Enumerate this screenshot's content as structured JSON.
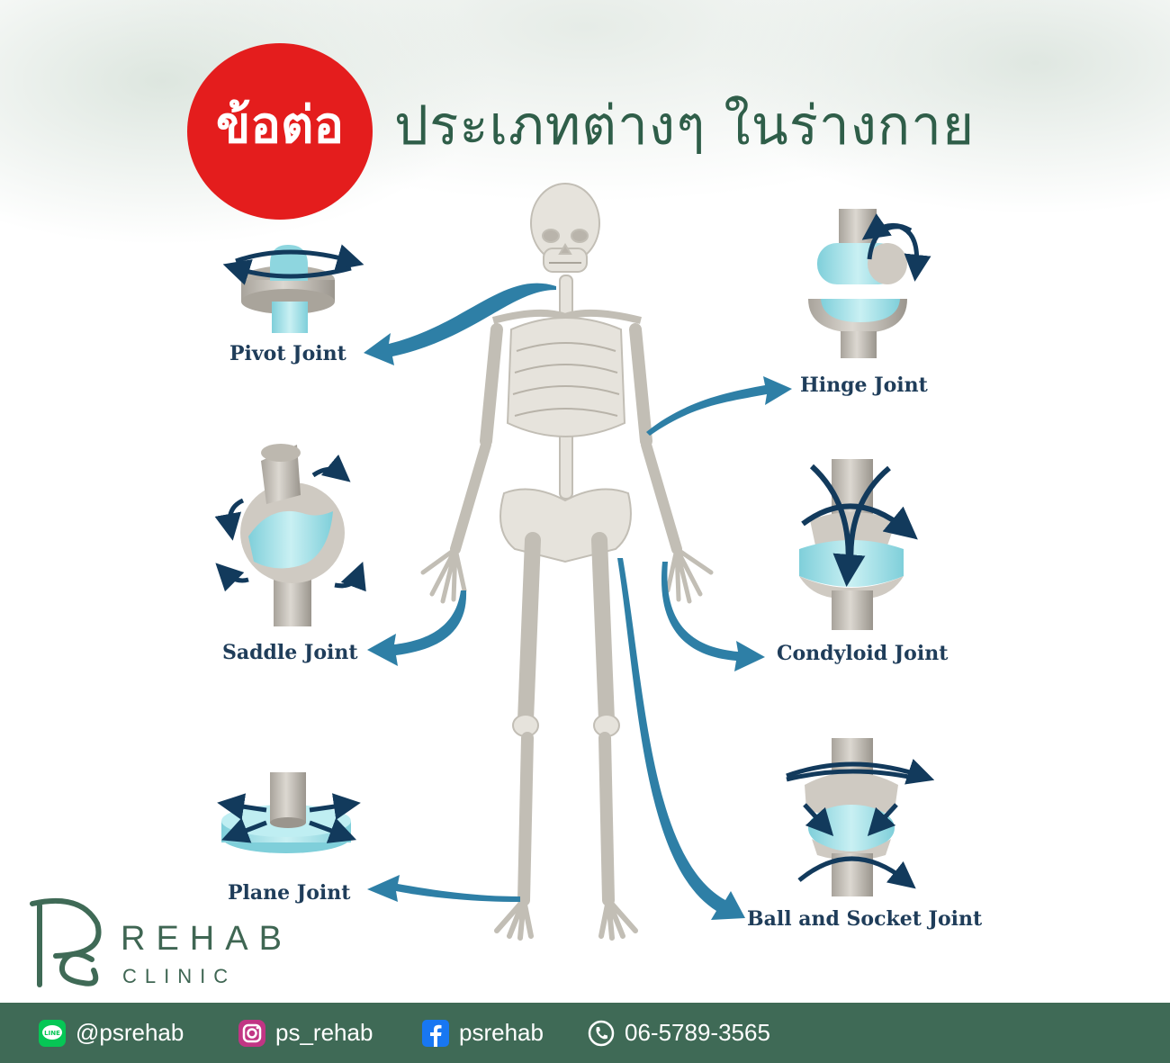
{
  "title": {
    "highlight": "ข้อต่อ",
    "rest": "ประเภทต่างๆ ในร่างกาย"
  },
  "joints": [
    {
      "name": "Pivot Joint",
      "icon": "pivot-joint-icon"
    },
    {
      "name": "Saddle Joint",
      "icon": "saddle-joint-icon"
    },
    {
      "name": "Plane Joint",
      "icon": "plane-joint-icon"
    },
    {
      "name": "Hinge Joint",
      "icon": "hinge-joint-icon"
    },
    {
      "name": "Condyloid Joint",
      "icon": "condyloid-joint-icon"
    },
    {
      "name": "Ball and Socket Joint",
      "icon": "ball-socket-joint-icon"
    }
  ],
  "brand": {
    "logo_letters": "PS",
    "name": "REHAB",
    "sub": "CLINIC"
  },
  "footer": {
    "line": {
      "icon": "line-icon",
      "text": "@psrehab"
    },
    "instagram": {
      "icon": "instagram-icon",
      "text": "ps_rehab"
    },
    "facebook": {
      "icon": "facebook-icon",
      "text": "psrehab"
    },
    "phone": {
      "icon": "phone-icon",
      "text": "06-5789-3565"
    }
  },
  "colors": {
    "badge_red": "#e41d1d",
    "title_green": "#2f5e49",
    "arrow_blue": "#2e7fa6",
    "label_navy": "#1f3d5a",
    "cartilage_cyan": "#a9e3ea",
    "footer_green": "#3f6a56"
  }
}
